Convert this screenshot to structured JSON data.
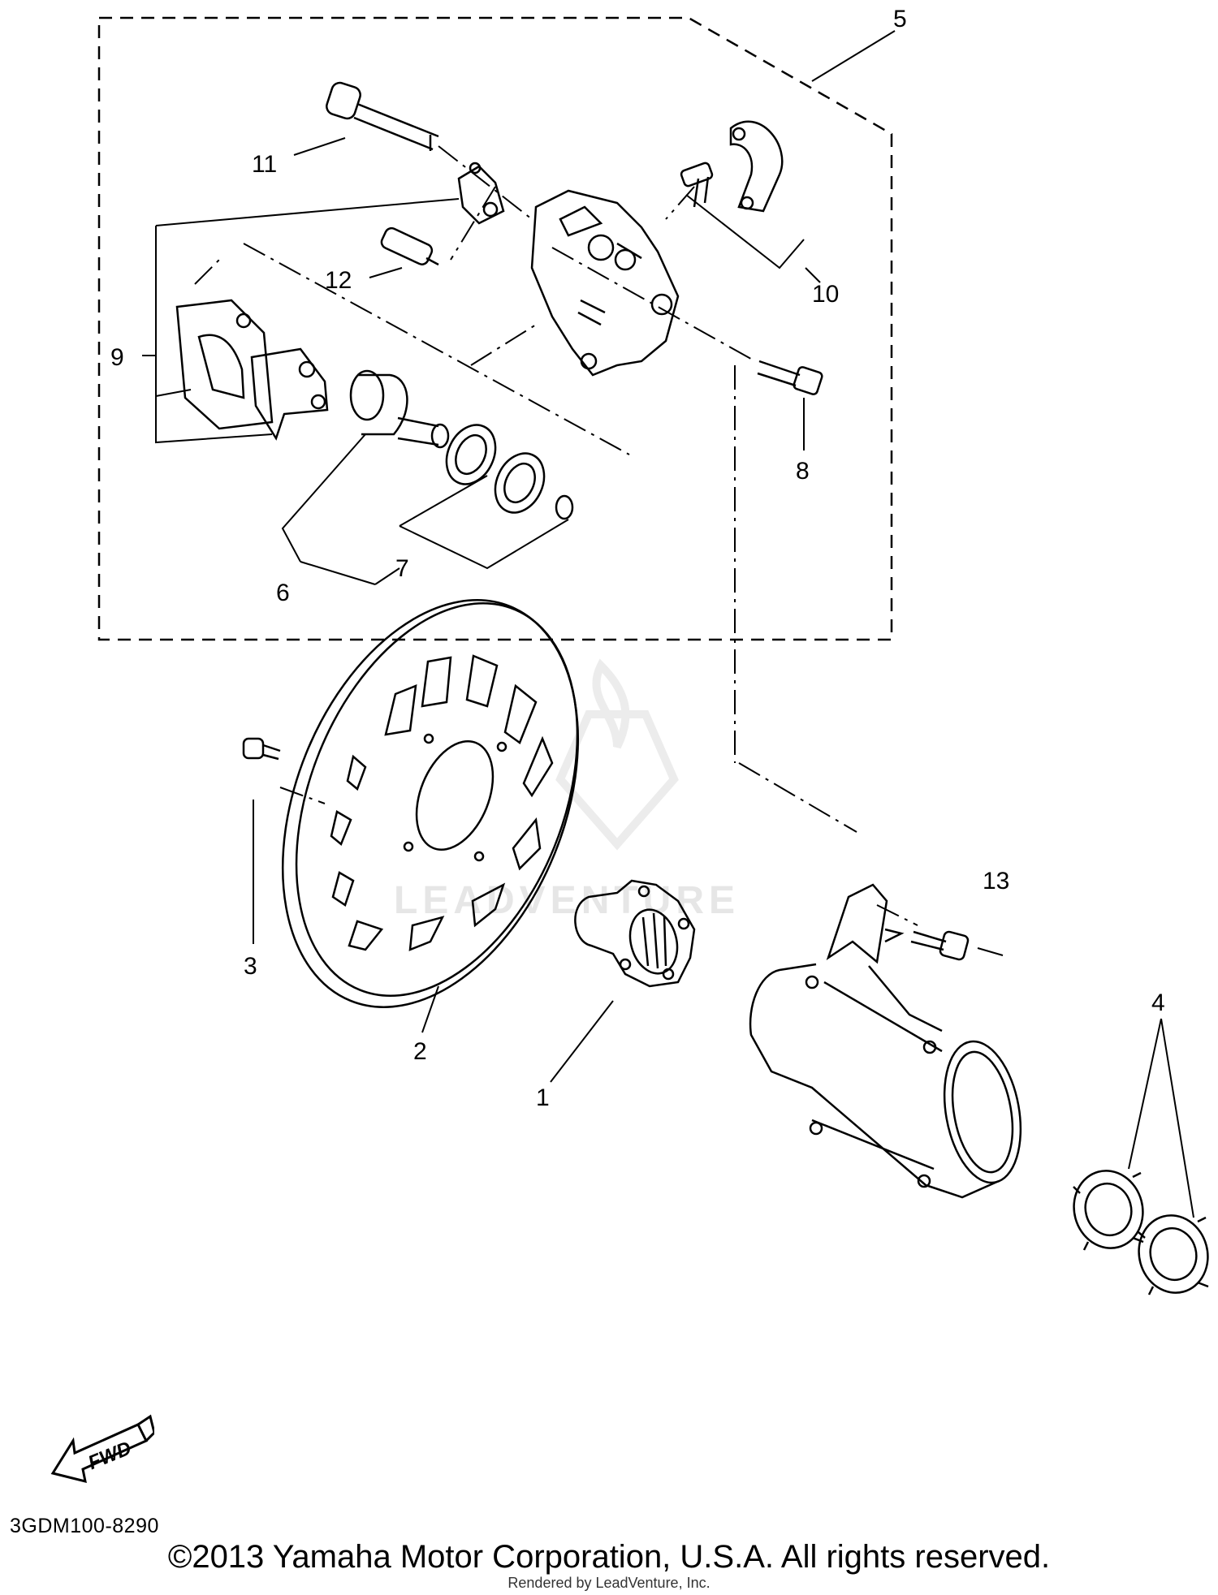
{
  "callouts": [
    {
      "id": "1",
      "label": "1"
    },
    {
      "id": "2",
      "label": "2"
    },
    {
      "id": "3",
      "label": "3"
    },
    {
      "id": "4",
      "label": "4"
    },
    {
      "id": "5",
      "label": "5"
    },
    {
      "id": "6",
      "label": "6"
    },
    {
      "id": "7",
      "label": "7"
    },
    {
      "id": "8",
      "label": "8"
    },
    {
      "id": "9",
      "label": "9"
    },
    {
      "id": "10",
      "label": "10"
    },
    {
      "id": "11",
      "label": "11"
    },
    {
      "id": "12",
      "label": "12"
    },
    {
      "id": "13",
      "label": "13"
    }
  ],
  "watermark": "LEADVENTURE",
  "fwd_label": "FWD",
  "diagram_code": "3GDM100-8290",
  "copyright": "©2013 Yamaha Motor Corporation, U.S.A. All rights reserved.",
  "rendered_by": "Rendered by LeadVenture, Inc."
}
